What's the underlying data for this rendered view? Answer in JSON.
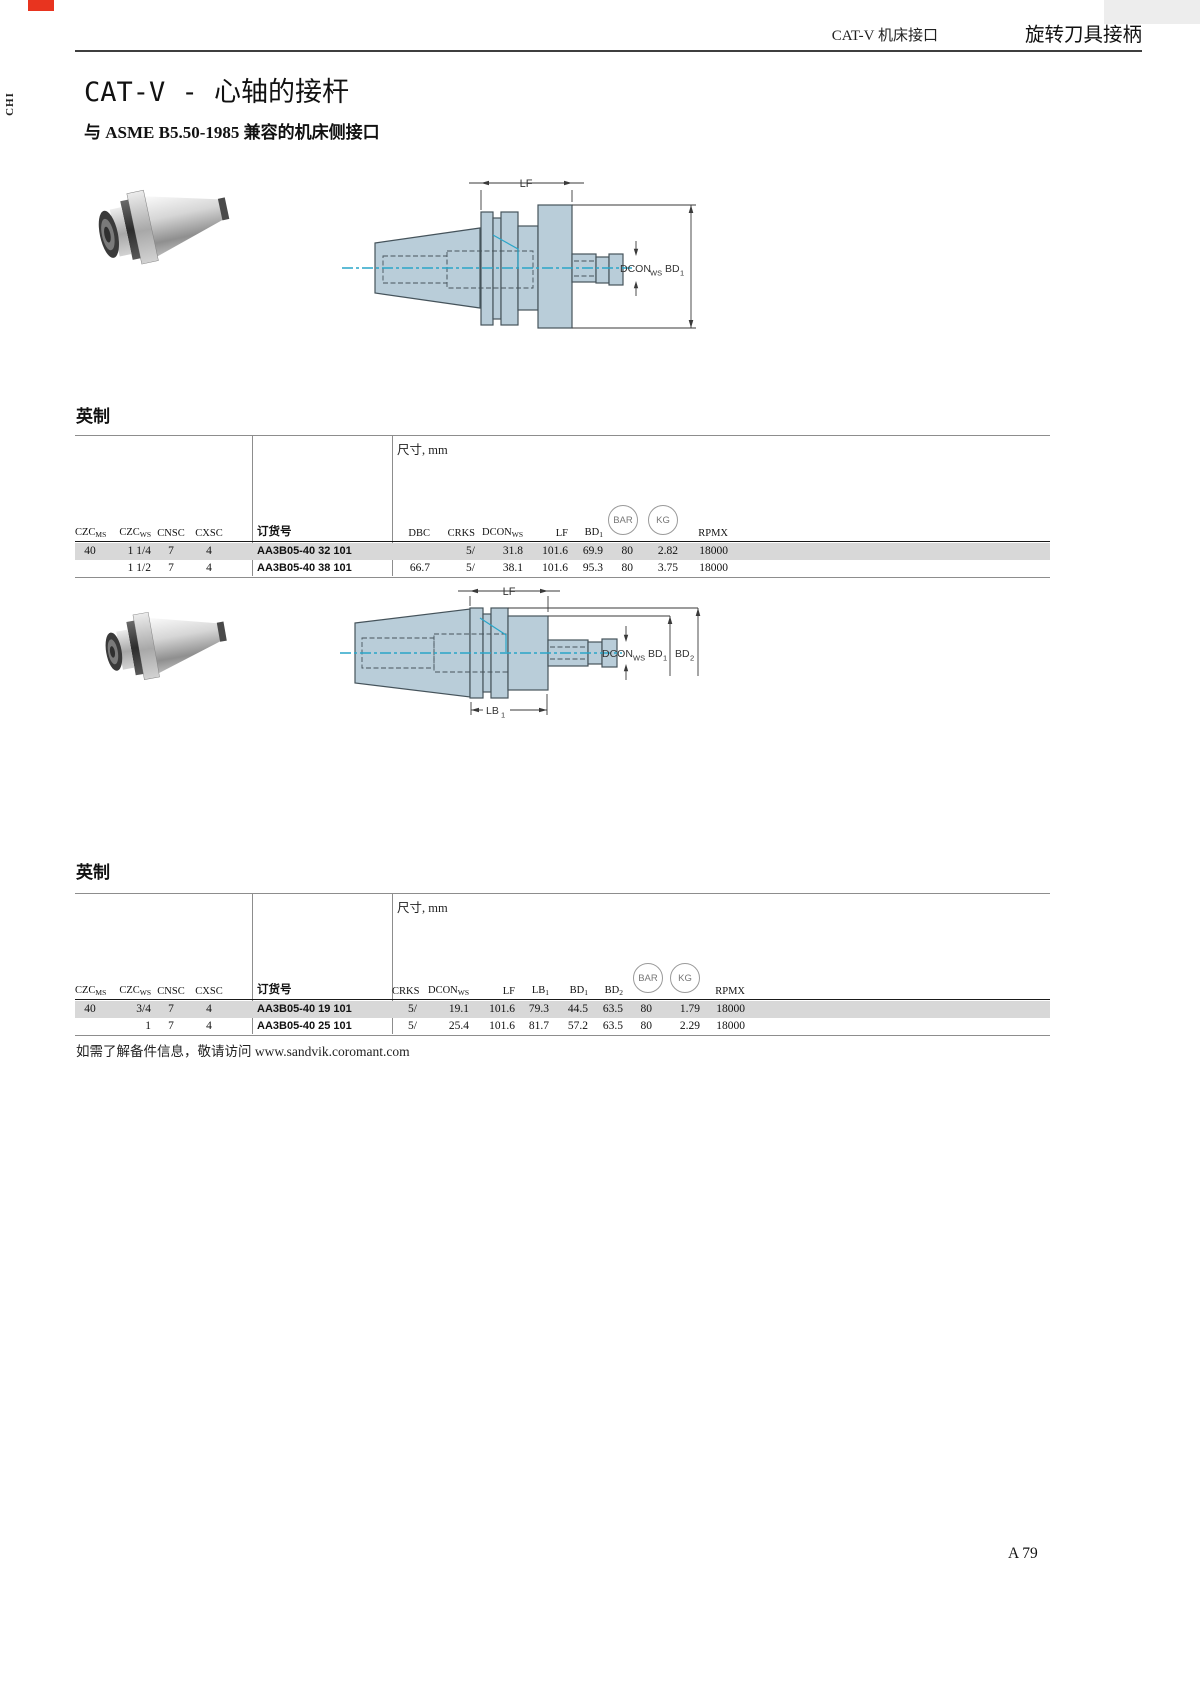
{
  "page": {
    "side_label": "CHI",
    "page_number": "A 79",
    "corner_mark_color": "#e8341f"
  },
  "header": {
    "breadcrumb": "CAT-V 机床接口",
    "section_title": "旋转刀具接柄"
  },
  "title": "CAT-V - 心轴的接杆",
  "subtitle": "与 ASME B5.50-1985 兼容的机床侧接口",
  "footer_note": "如需了解备件信息，敬请访问 www.sandvik.coromant.com",
  "colors": {
    "drawing_fill": "#b9cdd9",
    "drawing_outline": "#45535b",
    "centerline": "#2aa5c8",
    "row_highlight": "#d8d8d8",
    "corner_red": "#e8341f"
  },
  "drawing1": {
    "lf": "LF",
    "dcon_b": "DCON",
    "dcon_s": "WS",
    "bd1_b": "BD",
    "bd1_s": "1"
  },
  "drawing2": {
    "lf": "LF",
    "dcon_b": "DCON",
    "dcon_s": "WS",
    "bd1_b": "BD",
    "bd1_s": "1",
    "bd2_b": "BD",
    "bd2_s": "2",
    "lb1_b": "LB",
    "lb1_s": "1"
  },
  "table1": {
    "section_heading": "英制",
    "dim_caption": "尺寸, mm",
    "order_header": "订货号",
    "badge_bar": "BAR",
    "badge_kg": "KG",
    "headers": {
      "czc_ms_b": "CZC",
      "czc_ms_s": "MS",
      "czc_ws_b": "CZC",
      "czc_ws_s": "WS",
      "cnsc": "CNSC",
      "cxsc": "CXSC",
      "dbc": "DBC",
      "crks": "CRKS",
      "dcon_b": "DCON",
      "dcon_s": "WS",
      "lf": "LF",
      "bd1_b": "BD",
      "bd1_s": "1",
      "rpmx": "RPMX"
    },
    "rows": [
      {
        "czc_ms": "40",
        "czc_ws": "1 1/4",
        "cnsc": "7",
        "cxsc": "4",
        "order": "AA3B05-40 32 101",
        "dbc": "",
        "crks": "5/",
        "dcon": "31.8",
        "lf": "101.6",
        "bd1": "69.9",
        "bar": "80",
        "kg": "2.82",
        "rpmx": "18000"
      },
      {
        "czc_ms": "",
        "czc_ws": "1 1/2",
        "cnsc": "7",
        "cxsc": "4",
        "order": "AA3B05-40 38 101",
        "dbc": "66.7",
        "crks": "5/",
        "dcon": "38.1",
        "lf": "101.6",
        "bd1": "95.3",
        "bar": "80",
        "kg": "3.75",
        "rpmx": "18000"
      }
    ]
  },
  "table2": {
    "section_heading": "英制",
    "dim_caption": "尺寸, mm",
    "order_header": "订货号",
    "badge_bar": "BAR",
    "badge_kg": "KG",
    "headers": {
      "czc_ms_b": "CZC",
      "czc_ms_s": "MS",
      "czc_ws_b": "CZC",
      "czc_ws_s": "WS",
      "cnsc": "CNSC",
      "cxsc": "CXSC",
      "crks": "CRKS",
      "dcon_b": "DCON",
      "dcon_s": "WS",
      "lf": "LF",
      "lb1_b": "LB",
      "lb1_s": "1",
      "bd1_b": "BD",
      "bd1_s": "1",
      "bd2_b": "BD",
      "bd2_s": "2",
      "rpmx": "RPMX"
    },
    "rows": [
      {
        "czc_ms": "40",
        "czc_ws": "3/4",
        "cnsc": "7",
        "cxsc": "4",
        "order": "AA3B05-40 19 101",
        "crks": "5/",
        "dcon": "19.1",
        "lf": "101.6",
        "lb1": "79.3",
        "bd1": "44.5",
        "bd2": "63.5",
        "bar": "80",
        "kg": "1.79",
        "rpmx": "18000"
      },
      {
        "czc_ms": "",
        "czc_ws": "1",
        "cnsc": "7",
        "cxsc": "4",
        "order": "AA3B05-40 25 101",
        "crks": "5/",
        "dcon": "25.4",
        "lf": "101.6",
        "lb1": "81.7",
        "bd1": "57.2",
        "bd2": "63.5",
        "bar": "80",
        "kg": "2.29",
        "rpmx": "18000"
      }
    ]
  }
}
